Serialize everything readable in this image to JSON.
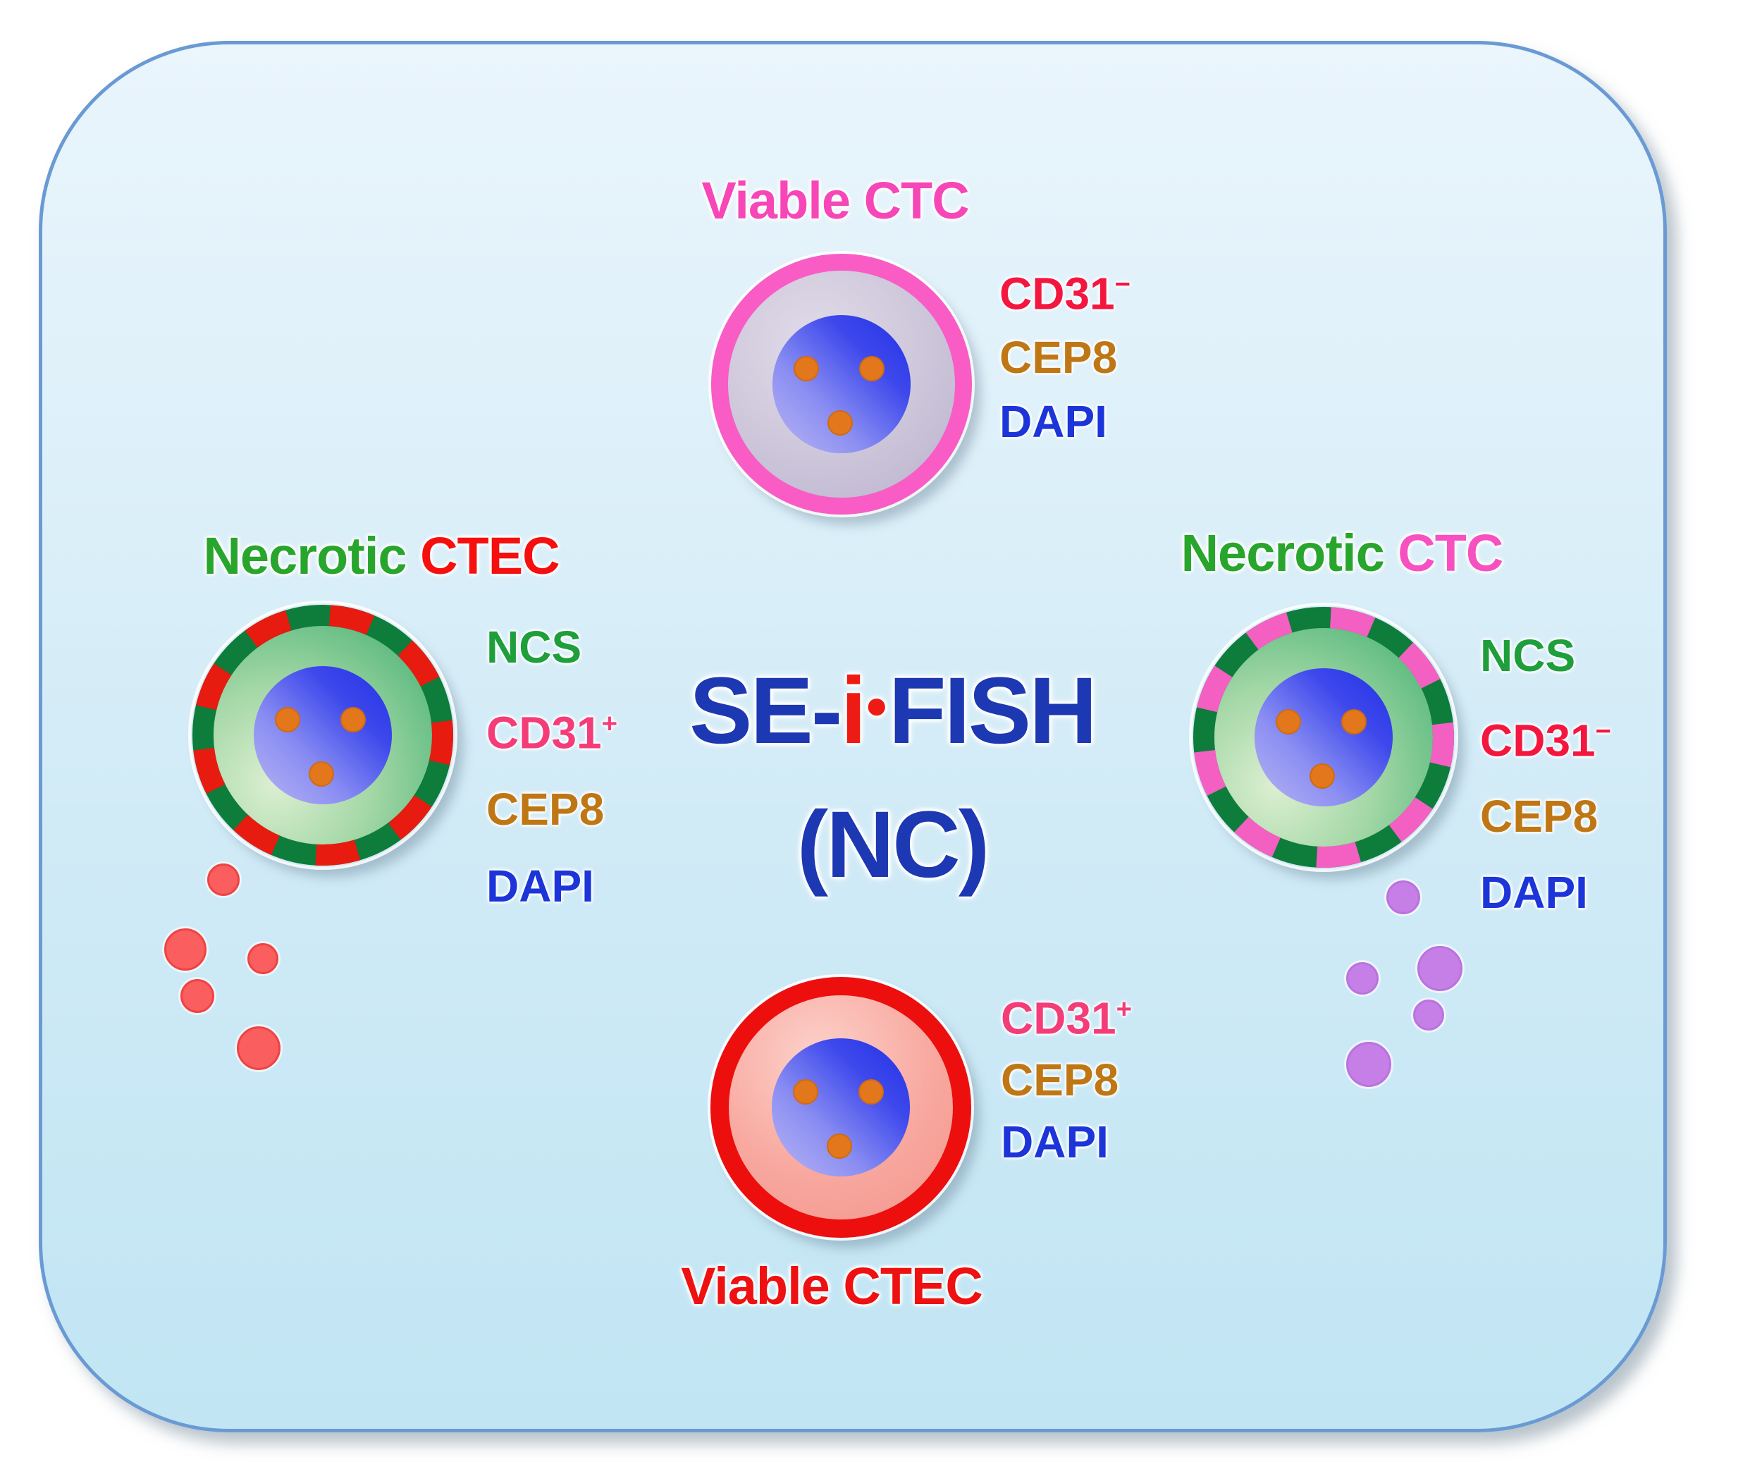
{
  "panel": {
    "background_top": "#eaf5fc",
    "background_bottom": "#c1e5f3",
    "border_color": "#6a9ad3",
    "outside_background": "#ffffff"
  },
  "center_title": {
    "segment_blue_1": "SE-",
    "segment_red_i": "i",
    "segment_red_bullet": "●",
    "segment_blue_2": "FISH",
    "line2": "(NC)",
    "blue_color": "#1c38b2",
    "red_color": "#ee1b15"
  },
  "groups": {
    "top": {
      "title": [
        {
          "text": "Viable CTC",
          "color": "#f646b8"
        }
      ],
      "labels": [
        {
          "text": "CD31",
          "sup": "−",
          "color": "#f31740"
        },
        {
          "text": "CEP8",
          "sup": "",
          "color": "#bf7715"
        },
        {
          "text": "DAPI",
          "sup": "",
          "color": "#1c35d9"
        }
      ],
      "cell": {
        "membrane": "viable",
        "ring_color": "#f95cc5",
        "cytoplasm_color": "#cdc6da"
      }
    },
    "left": {
      "title": [
        {
          "text": "Necrotic ",
          "color": "#28a52c"
        },
        {
          "text": "CTEC",
          "color": "#f50f0f"
        }
      ],
      "labels": [
        {
          "text": "NCS",
          "sup": "",
          "color": "#1f9e3c"
        },
        {
          "text": "CD31",
          "sup": "+",
          "color": "#f43d78"
        },
        {
          "text": "CEP8",
          "sup": "",
          "color": "#bf7715"
        },
        {
          "text": "DAPI",
          "sup": "",
          "color": "#1c35d9"
        }
      ],
      "cell": {
        "membrane": "necrotic-dashed",
        "ring_dash_colors": [
          "#e71b10",
          "#0e7c3b"
        ],
        "cytoplasm_color": "#57ba7c"
      },
      "fragments_color": "#fa5e5e",
      "fragments_count": 5
    },
    "right": {
      "title": [
        {
          "text": "Necrotic ",
          "color": "#28a52c"
        },
        {
          "text": "CTC",
          "color": "#f750c0"
        }
      ],
      "labels": [
        {
          "text": "NCS",
          "sup": "",
          "color": "#1f9e3c"
        },
        {
          "text": "CD31",
          "sup": "−",
          "color": "#f31740"
        },
        {
          "text": "CEP8",
          "sup": "",
          "color": "#bf7715"
        },
        {
          "text": "DAPI",
          "sup": "",
          "color": "#1c35d9"
        }
      ],
      "cell": {
        "membrane": "necrotic-dashed",
        "ring_dash_colors": [
          "#f45fc2",
          "#0e7c3b"
        ],
        "cytoplasm_color": "#57ba7c"
      },
      "fragments_color": "#c57fe6",
      "fragments_count": 5
    },
    "bottom": {
      "title": [
        {
          "text": "Viable CTEC",
          "color": "#ee1111"
        }
      ],
      "labels": [
        {
          "text": "CD31",
          "sup": "+",
          "color": "#f43d78"
        },
        {
          "text": "CEP8",
          "sup": "",
          "color": "#bf7715"
        },
        {
          "text": "DAPI",
          "sup": "",
          "color": "#1c35d9"
        }
      ],
      "cell": {
        "membrane": "viable",
        "ring_color": "#ed0e0e",
        "cytoplasm_color": "#f8a89f"
      }
    }
  },
  "cell_common": {
    "nucleus_gradient": [
      "#bab5f4",
      "#2230e4"
    ],
    "fish_dot_color": "#e2771b",
    "fish_dots_per_cell": 3
  }
}
